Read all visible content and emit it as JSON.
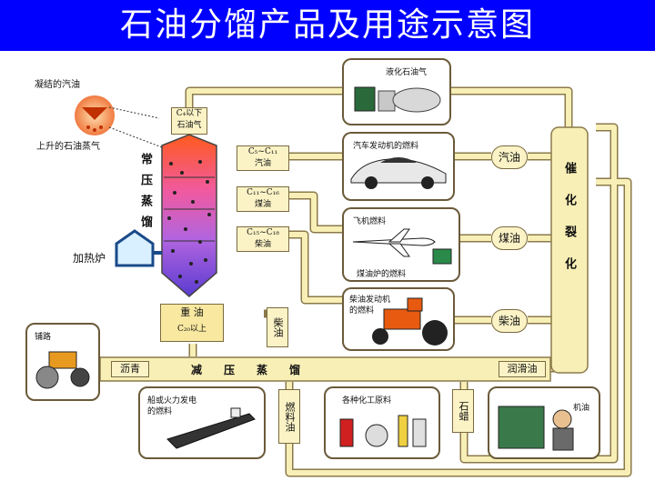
{
  "title": "石油分馏产品及用途示意图",
  "vapor": {
    "condensed": "凝结的汽油",
    "rising": "上升的石油蒸气"
  },
  "furnace": "加热炉",
  "tower": {
    "name": "常压蒸馏"
  },
  "fractions": {
    "c4": {
      "formula": "C₄以下",
      "name": "石油气"
    },
    "c5": {
      "formula": "C₅~C₁₁",
      "name": "汽油"
    },
    "c11": {
      "formula": "C₁₁~C₁₆",
      "name": "煤油"
    },
    "c15": {
      "formula": "C₁₅~C₁₈",
      "name": "柴油"
    },
    "heavy": {
      "name": "重 油",
      "formula": "C₂₀以上"
    }
  },
  "uses": {
    "lpg": "液化石油气",
    "car": "汽车发动机的燃料",
    "plane": "飞机燃料",
    "stove": "煤油炉的燃料",
    "tractor_line1": "柴油发动机",
    "tractor_line2": "的燃料",
    "ship_line1": "船或火力发电",
    "ship_line2": "的燃料",
    "chem": "各种化工原料",
    "roller": "铺路",
    "machine_oil": "机油"
  },
  "cracking": "催化裂化",
  "products": {
    "gasoline": "汽油",
    "kerosene": "煤油",
    "diesel": "柴油",
    "diesel_v": "柴油",
    "asphalt": "沥青",
    "vacuum": "减　　压　　蒸　　馏",
    "lube": "润滑油",
    "fuel_oil": "燃料油",
    "paraffin": "石蜡"
  },
  "colors": {
    "title_bg": "#0000ff",
    "pipe": "#f8efb6",
    "pipe_edge": "#8a7a4a"
  }
}
